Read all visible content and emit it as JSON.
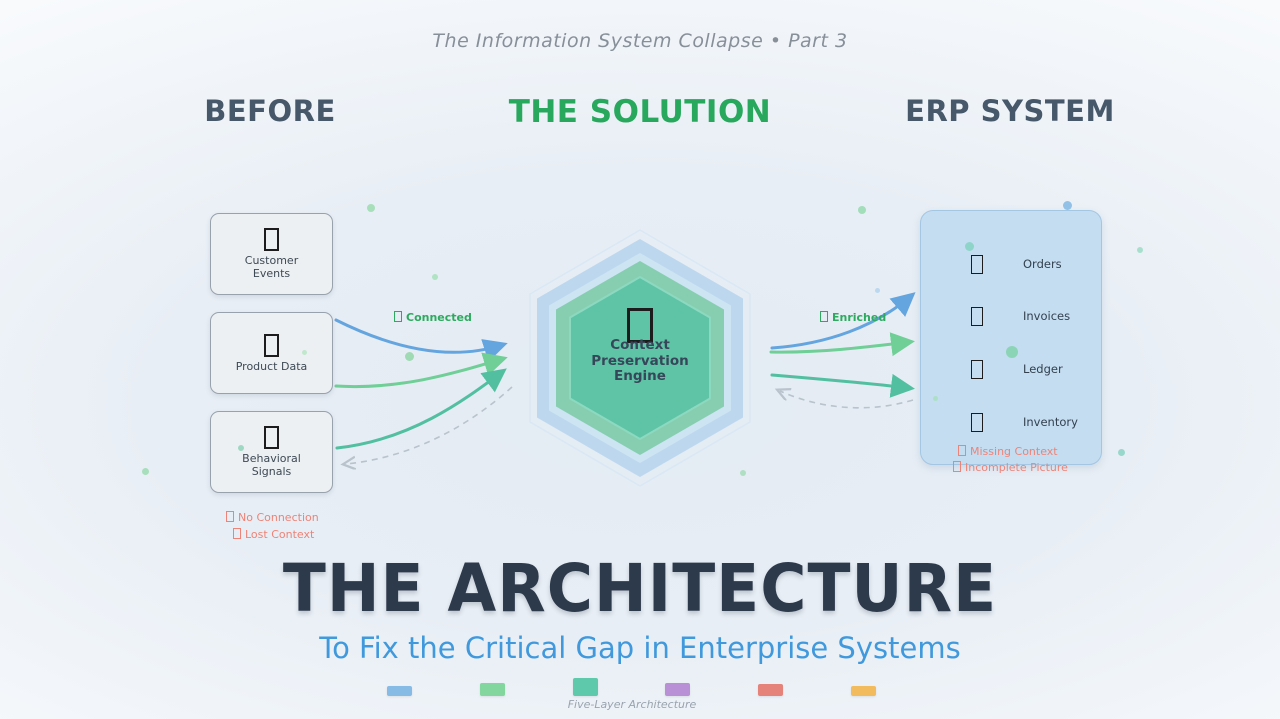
{
  "meta": {
    "eyebrow": "The Information System Collapse • Part 3"
  },
  "columns": {
    "before": {
      "title": "BEFORE"
    },
    "solution": {
      "title": "THE SOLUTION"
    },
    "erp": {
      "title": "ERP SYSTEM"
    }
  },
  "sources": [
    {
      "label": "Customer Events"
    },
    {
      "label": "Product Data"
    },
    {
      "label": "Behavioral Signals"
    }
  ],
  "flow_labels": {
    "connected": "Connected",
    "enriched": "Enriched",
    "no_connection": "No Connection",
    "lost_context": "Lost Context",
    "missing_context": "Missing Context",
    "incomplete_picture": "Incomplete Picture"
  },
  "engine": {
    "title": "Context Preservation Engine"
  },
  "erp": {
    "items": [
      "Orders",
      "Invoices",
      "Ledger",
      "Inventory"
    ]
  },
  "architecture": {
    "title": "THE ARCHITECTURE",
    "subtitle": "To Fix the Critical Gap in Enterprise Systems",
    "legend_label": "Five-Layer Architecture",
    "legend_colors": [
      "#85bbe5",
      "#82d69e",
      "#5fc9ab",
      "#b98fd6",
      "#e5837b",
      "#f2bc5e"
    ]
  },
  "colors": {
    "heading_slate": "#47586b",
    "solution_green": "#27a85c",
    "label_green": "#2daa5e",
    "label_salmon": "#ee8377",
    "arrow_blue": "#64a5df",
    "arrow_green": "#6fcf97",
    "arrow_teal": "#52c0a0",
    "dashed_gray": "#b9c3cc",
    "hex_blue": "#bdd8ee",
    "hex_green": "#87ceb1",
    "hex_teal": "#5fc4a6",
    "erp_panel_blue": "#c4ddf1",
    "title_navy": "#2d3a4c",
    "subtitle_blue": "#4099dc"
  }
}
